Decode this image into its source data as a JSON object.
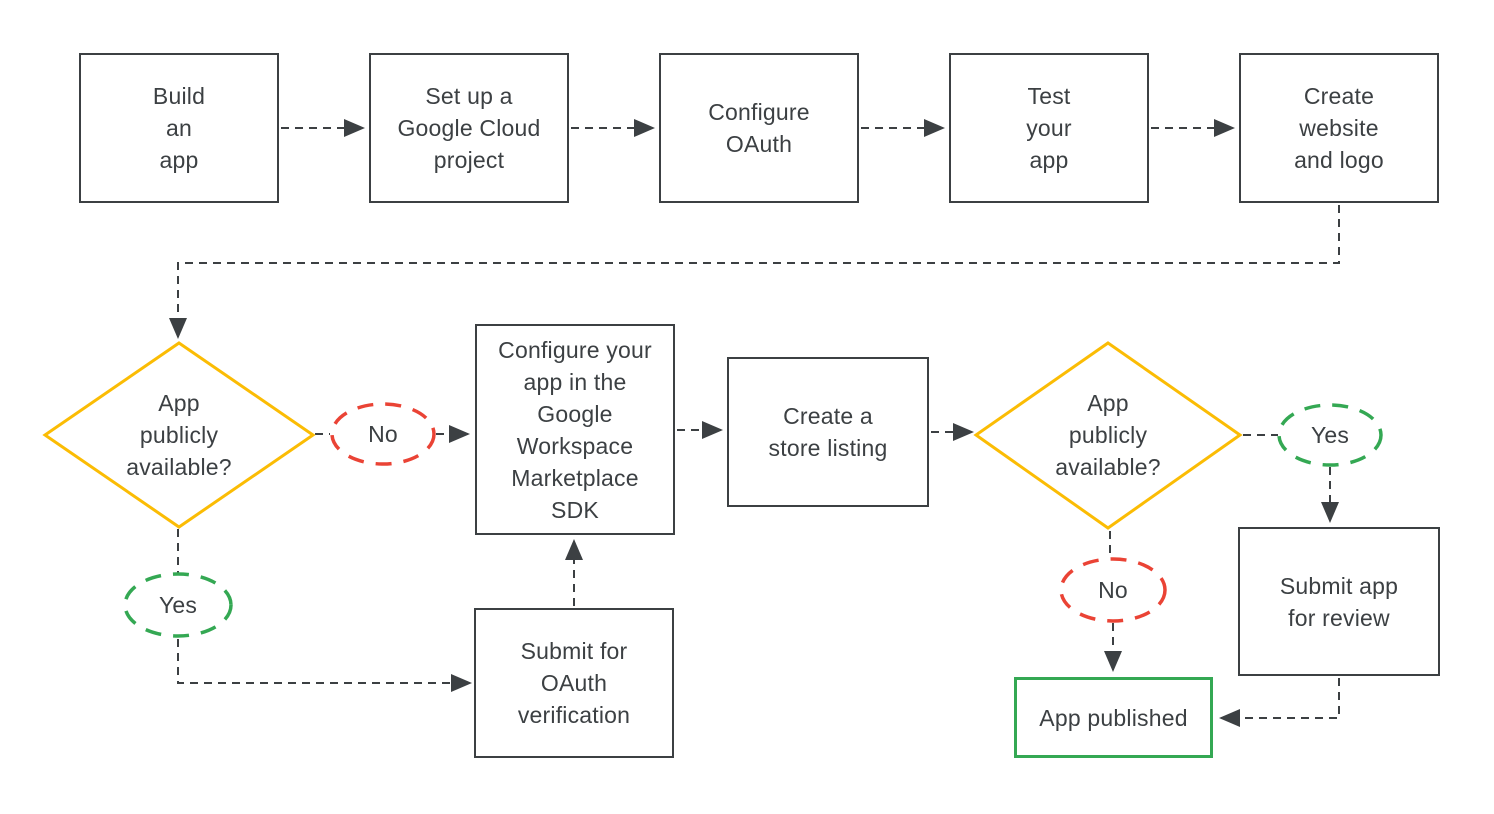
{
  "colors": {
    "ink": "#3c4043",
    "yellow": "#FBBC04",
    "green": "#34A853",
    "red": "#EA4335",
    "background": "#ffffff"
  },
  "nodes": {
    "build": {
      "label": "Build\nan\napp"
    },
    "setup": {
      "label": "Set up a\nGoogle Cloud\nproject"
    },
    "configure_oauth": {
      "label": "Configure\nOAuth"
    },
    "test": {
      "label": "Test\nyour\napp"
    },
    "website": {
      "label": "Create\nwebsite\nand logo"
    },
    "decision1": {
      "label": "App\npublicly\navailable?"
    },
    "no1": {
      "label": "No"
    },
    "configure_sdk": {
      "label": "Configure your\napp in the\nGoogle\nWorkspace\nMarketplace\nSDK"
    },
    "store_listing": {
      "label": "Create a\nstore listing"
    },
    "decision2": {
      "label": "App\npublicly\navailable?"
    },
    "yes2": {
      "label": "Yes"
    },
    "no2": {
      "label": "No"
    },
    "submit_review": {
      "label": "Submit app\nfor review"
    },
    "app_published": {
      "label": "App published"
    },
    "yes1": {
      "label": "Yes"
    },
    "submit_oauth": {
      "label": "Submit for\nOAuth\nverification"
    }
  }
}
